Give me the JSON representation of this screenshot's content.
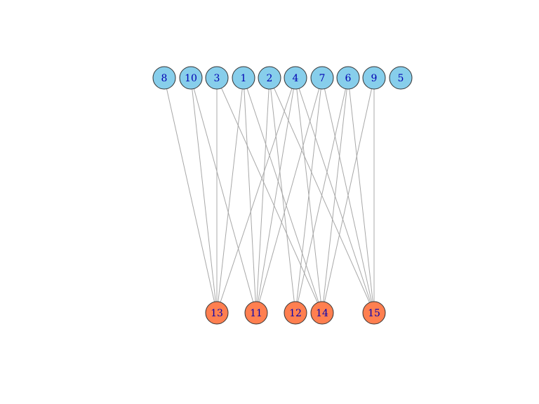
{
  "graph": {
    "colors": {
      "top_fill": "#87ceeb",
      "bottom_fill": "#ff7f50",
      "node_stroke": "#333333",
      "label_color": "#0000b3",
      "edge_color": "#a8a8a8"
    },
    "top_nodes": [
      "8",
      "10",
      "3",
      "1",
      "2",
      "4",
      "7",
      "6",
      "9",
      "5"
    ],
    "bottom_nodes": [
      "13",
      "11",
      "12",
      "14",
      "15"
    ],
    "edges": [
      [
        "8",
        "13"
      ],
      [
        "10",
        "13"
      ],
      [
        "10",
        "11"
      ],
      [
        "3",
        "13"
      ],
      [
        "3",
        "14"
      ],
      [
        "1",
        "13"
      ],
      [
        "1",
        "11"
      ],
      [
        "1",
        "14"
      ],
      [
        "2",
        "11"
      ],
      [
        "2",
        "12"
      ],
      [
        "2",
        "15"
      ],
      [
        "4",
        "13"
      ],
      [
        "4",
        "11"
      ],
      [
        "4",
        "14"
      ],
      [
        "4",
        "15"
      ],
      [
        "7",
        "11"
      ],
      [
        "7",
        "12"
      ],
      [
        "7",
        "15"
      ],
      [
        "6",
        "12"
      ],
      [
        "6",
        "14"
      ],
      [
        "6",
        "15"
      ],
      [
        "9",
        "14"
      ],
      [
        "9",
        "15"
      ]
    ]
  }
}
